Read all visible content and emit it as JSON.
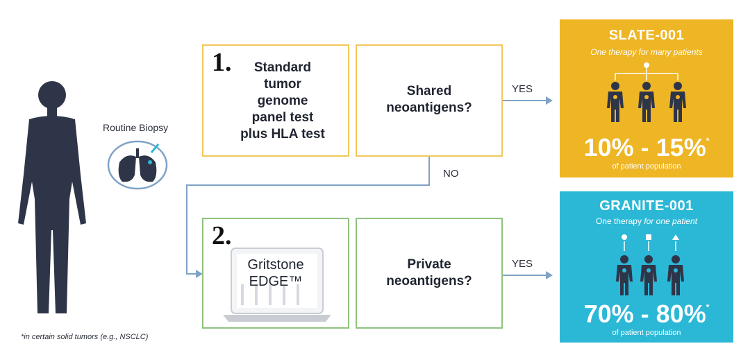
{
  "biopsy": {
    "label": "Routine Biopsy"
  },
  "step1": {
    "number": "1.",
    "lines": [
      "Standard",
      "tumor",
      "genome",
      "panel test",
      "plus HLA test"
    ],
    "question": [
      "Shared",
      "neoantigens?"
    ],
    "yes_label": "YES",
    "no_label": "NO"
  },
  "step2": {
    "number": "2.",
    "product": [
      "Gritstone",
      "EDGE™"
    ],
    "question": [
      "Private",
      "neoantigens?"
    ],
    "yes_label": "YES"
  },
  "slate": {
    "title": "SLATE-001",
    "subtitle": "One therapy for many patients",
    "percent": "10% - 15%",
    "asterisk": "*",
    "caption": "of patient population",
    "color": "#eeb524"
  },
  "granite": {
    "title": "GRANITE-001",
    "subtitle_plain": "One therapy ",
    "subtitle_italic": "for one patient",
    "percent": "70% - 80%",
    "asterisk": "*",
    "caption": "of patient population",
    "color": "#2bb8d6"
  },
  "footnote": "*in certain solid tumors (e.g., NSCLC)",
  "colors": {
    "figure": "#2f3548",
    "connector": "#7fa2c7"
  }
}
